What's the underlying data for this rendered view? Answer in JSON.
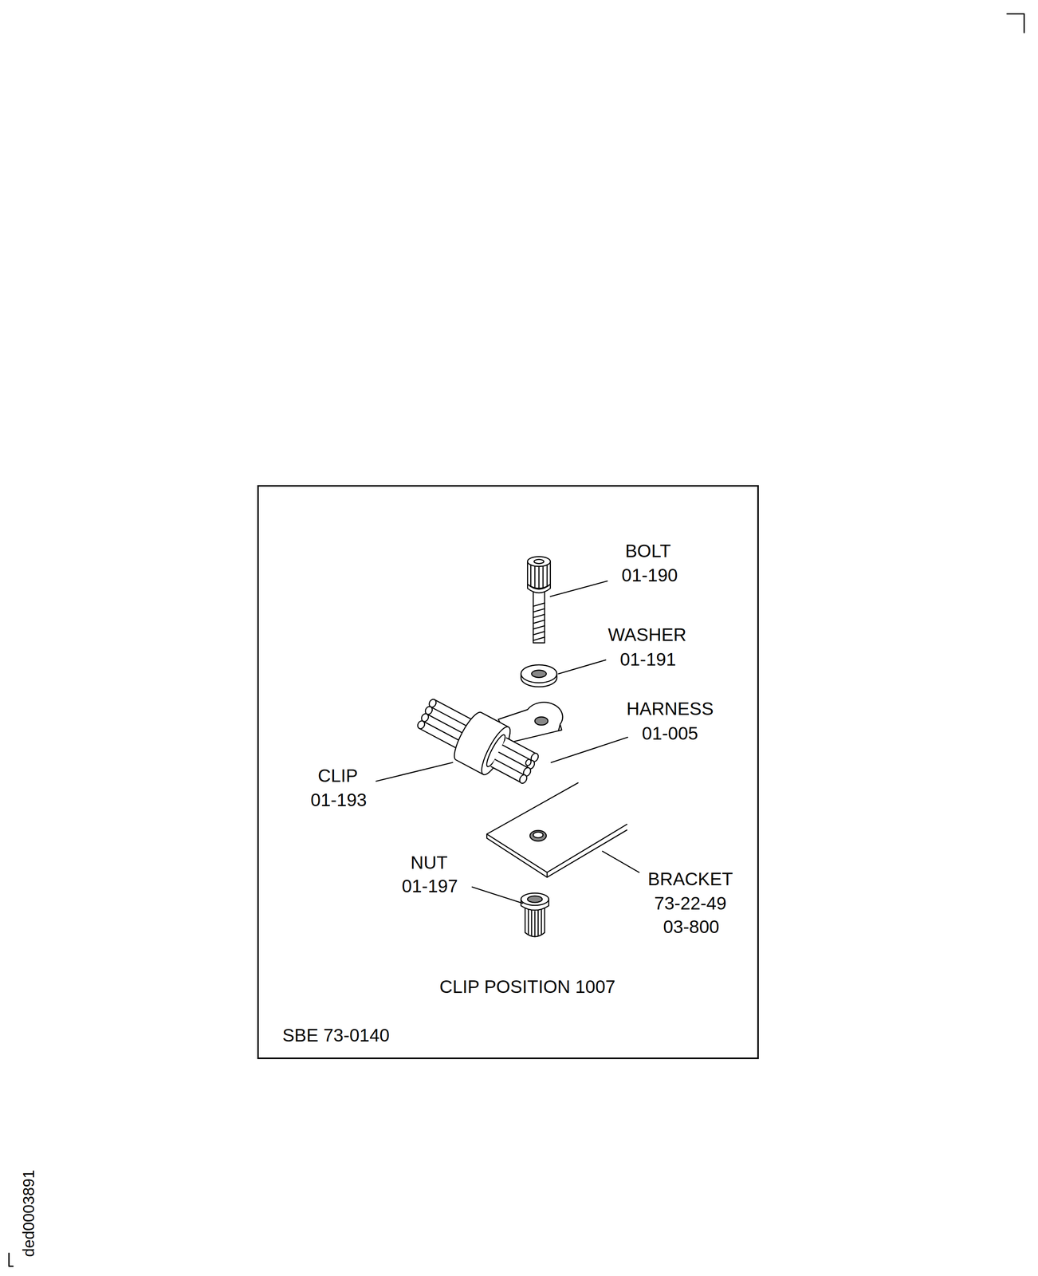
{
  "diagram": {
    "nodes": [
      {
        "text": [
          "CLIP POSITION 1007",
          "SBE 73-0140"
        ]
      }
    ],
    "labels": [
      "BOLT",
      "01-190",
      "WASHER",
      "01-191",
      "HARNESS",
      "01-005",
      "CLIP",
      "01-193",
      "NUT",
      "01-197",
      "BRACKET",
      "73-22-49",
      "03-800",
      "ded0003891"
    ]
  }
}
